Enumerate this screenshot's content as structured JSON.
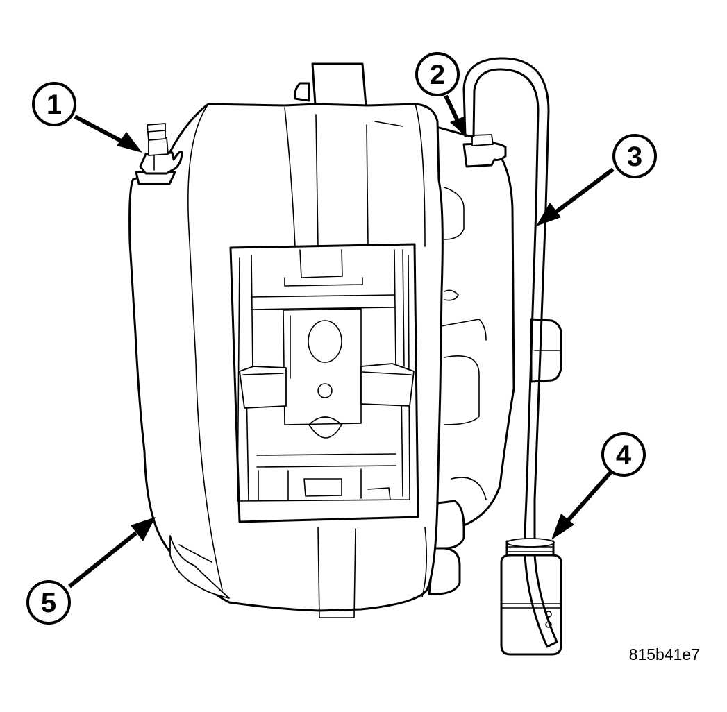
{
  "callouts": [
    {
      "id": 1,
      "label": "1"
    },
    {
      "id": 2,
      "label": "2"
    },
    {
      "id": 3,
      "label": "3"
    },
    {
      "id": 4,
      "label": "4"
    },
    {
      "id": 5,
      "label": "5"
    }
  ],
  "figure_code": "815b41e7"
}
